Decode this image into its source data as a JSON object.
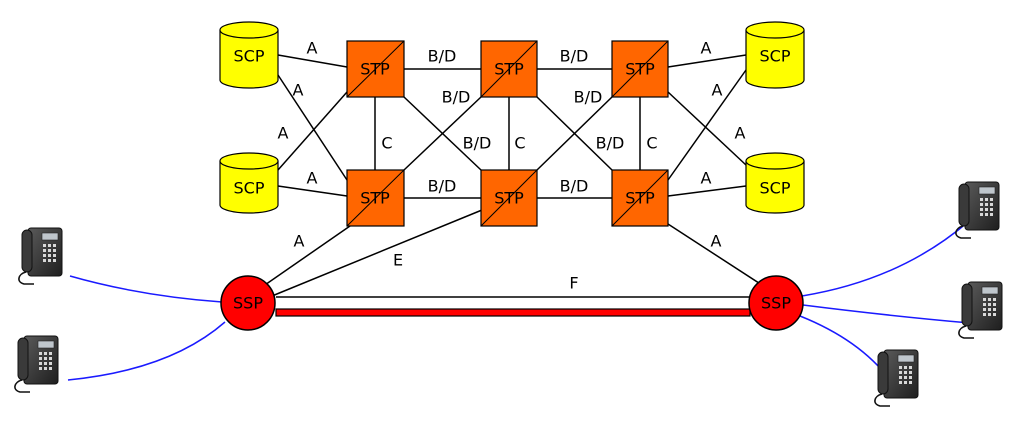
{
  "labels": {
    "scp": "SCP",
    "stp": "STP",
    "ssp": "SSP"
  },
  "link_labels": {
    "a": "A",
    "bd": "B/D",
    "c": "C",
    "e": "E",
    "f": "F"
  },
  "colors": {
    "scp_fill": "#ffff00",
    "stp_fill": "#ff6600",
    "ssp_fill": "#ff0000",
    "trunk": "#ff0000",
    "voice_line": "#1a1aff",
    "link": "#000000"
  },
  "icons": {
    "phone": "desk-phone-icon"
  }
}
